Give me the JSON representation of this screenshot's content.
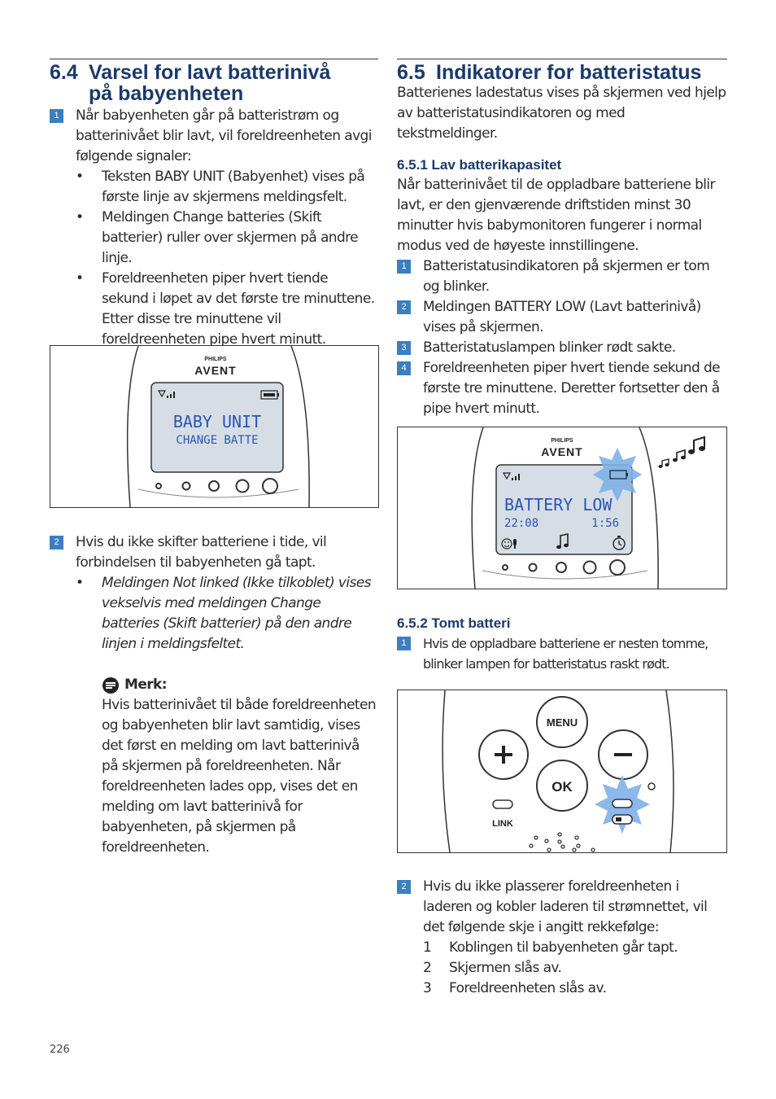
{
  "left": {
    "heading_num": "6.4",
    "heading_line1": "Varsel for lavt batterinivå",
    "heading_line2": "på babyenheten",
    "step1_badge": "1",
    "step1_text": "Når babyenheten går på batteristrøm og batterinivået blir lavt, vil foreldreenheten avgi følgende signaler:",
    "bullets": [
      "Teksten BABY UNIT (Babyenhet) vises på første linje av skjermens meldingsfelt.",
      "Meldingen Change batteries (Skift batterier) ruller over skjermen på andre linje.",
      "Foreldreenheten piper hvert tiende sekund i løpet av det første tre minuttene. Etter disse tre minuttene vil foreldreenheten pipe hvert minutt."
    ],
    "figure1": {
      "brand_top": "PHILIPS",
      "brand_bottom": "AVENT",
      "lcd_line1": "BABY UNIT",
      "lcd_line2": "CHANGE BATTE"
    },
    "step2_badge": "2",
    "step2_text": "Hvis du ikke skifter batteriene i tide, vil forbindelsen til babyenheten gå tapt.",
    "step2_bullet": "Meldingen Not linked (Ikke tilkoblet) vises vekselvis med meldingen Change batteries (Skift batterier) på den andre linjen i meldingsfeltet.",
    "note_title": "Merk:",
    "note_text": "Hvis batterinivået til både foreldreenheten og babyenheten blir lavt samtidig, vises det først en melding om lavt batterinivå på skjermen på foreldreenheten. Når foreldreenheten lades opp, vises det en melding om lavt batterinivå for babyenheten, på skjermen på foreldreenheten."
  },
  "right": {
    "heading_num": "6.5",
    "heading_text": "Indikatorer for batteristatus",
    "intro": "Batterienes ladestatus vises på skjermen ved hjelp av batteristatusindikatoren og med tekstmeldinger.",
    "sub1_title": "6.5.1 Lav batterikapasitet",
    "sub1_text": "Når batterinivået til de oppladbare batteriene blir lavt, er den gjenværende driftstiden minst 30 minutter hvis babymonitoren fungerer i normal modus ved de høyeste innstillingene.",
    "sub1_steps": [
      {
        "badge": "1",
        "text": "Batteristatusindikatoren på skjermen er tom og blinker."
      },
      {
        "badge": "2",
        "text": "Meldingen BATTERY LOW (Lavt batterinivå) vises på skjermen."
      },
      {
        "badge": "3",
        "text": "Batteristatuslampen blinker rødt sakte."
      },
      {
        "badge": "4",
        "text": "Foreldreenheten piper hvert tiende sekund de første tre minuttene. Deretter fortsetter den å pipe hvert minutt."
      }
    ],
    "figure2": {
      "brand_top": "PHILIPS",
      "brand_bottom": "AVENT",
      "lcd_line1": "BATTERY LOW",
      "lcd_time1": "22:08",
      "lcd_time2": "1:56"
    },
    "sub2_title": "6.5.2 Tomt batteri",
    "sub2_step1_badge": "1",
    "sub2_step1_text": "Hvis de oppladbare batteriene er nesten tomme, blinker lampen for batteristatus raskt rødt.",
    "figure3": {
      "menu_label": "MENU",
      "ok_label": "OK",
      "link_label": "LINK"
    },
    "sub2_step2_badge": "2",
    "sub2_step2_text": "Hvis du ikke plasserer foreldreenheten i laderen og kobler laderen til strømnettet, vil det følgende skje i angitt rekkefølge:",
    "sequence": [
      {
        "n": "1",
        "text": "Koblingen til babyenheten går tapt."
      },
      {
        "n": "2",
        "text": "Skjermen slås av."
      },
      {
        "n": "3",
        "text": "Foreldreenheten slås av."
      }
    ]
  },
  "page_number": "226",
  "colors": {
    "heading": "#1a3a6b",
    "badge": "#3a7fc1",
    "lcd": "#d6dde4",
    "lcd_text": "#2a55b5",
    "flash": "#7fb0e8"
  }
}
